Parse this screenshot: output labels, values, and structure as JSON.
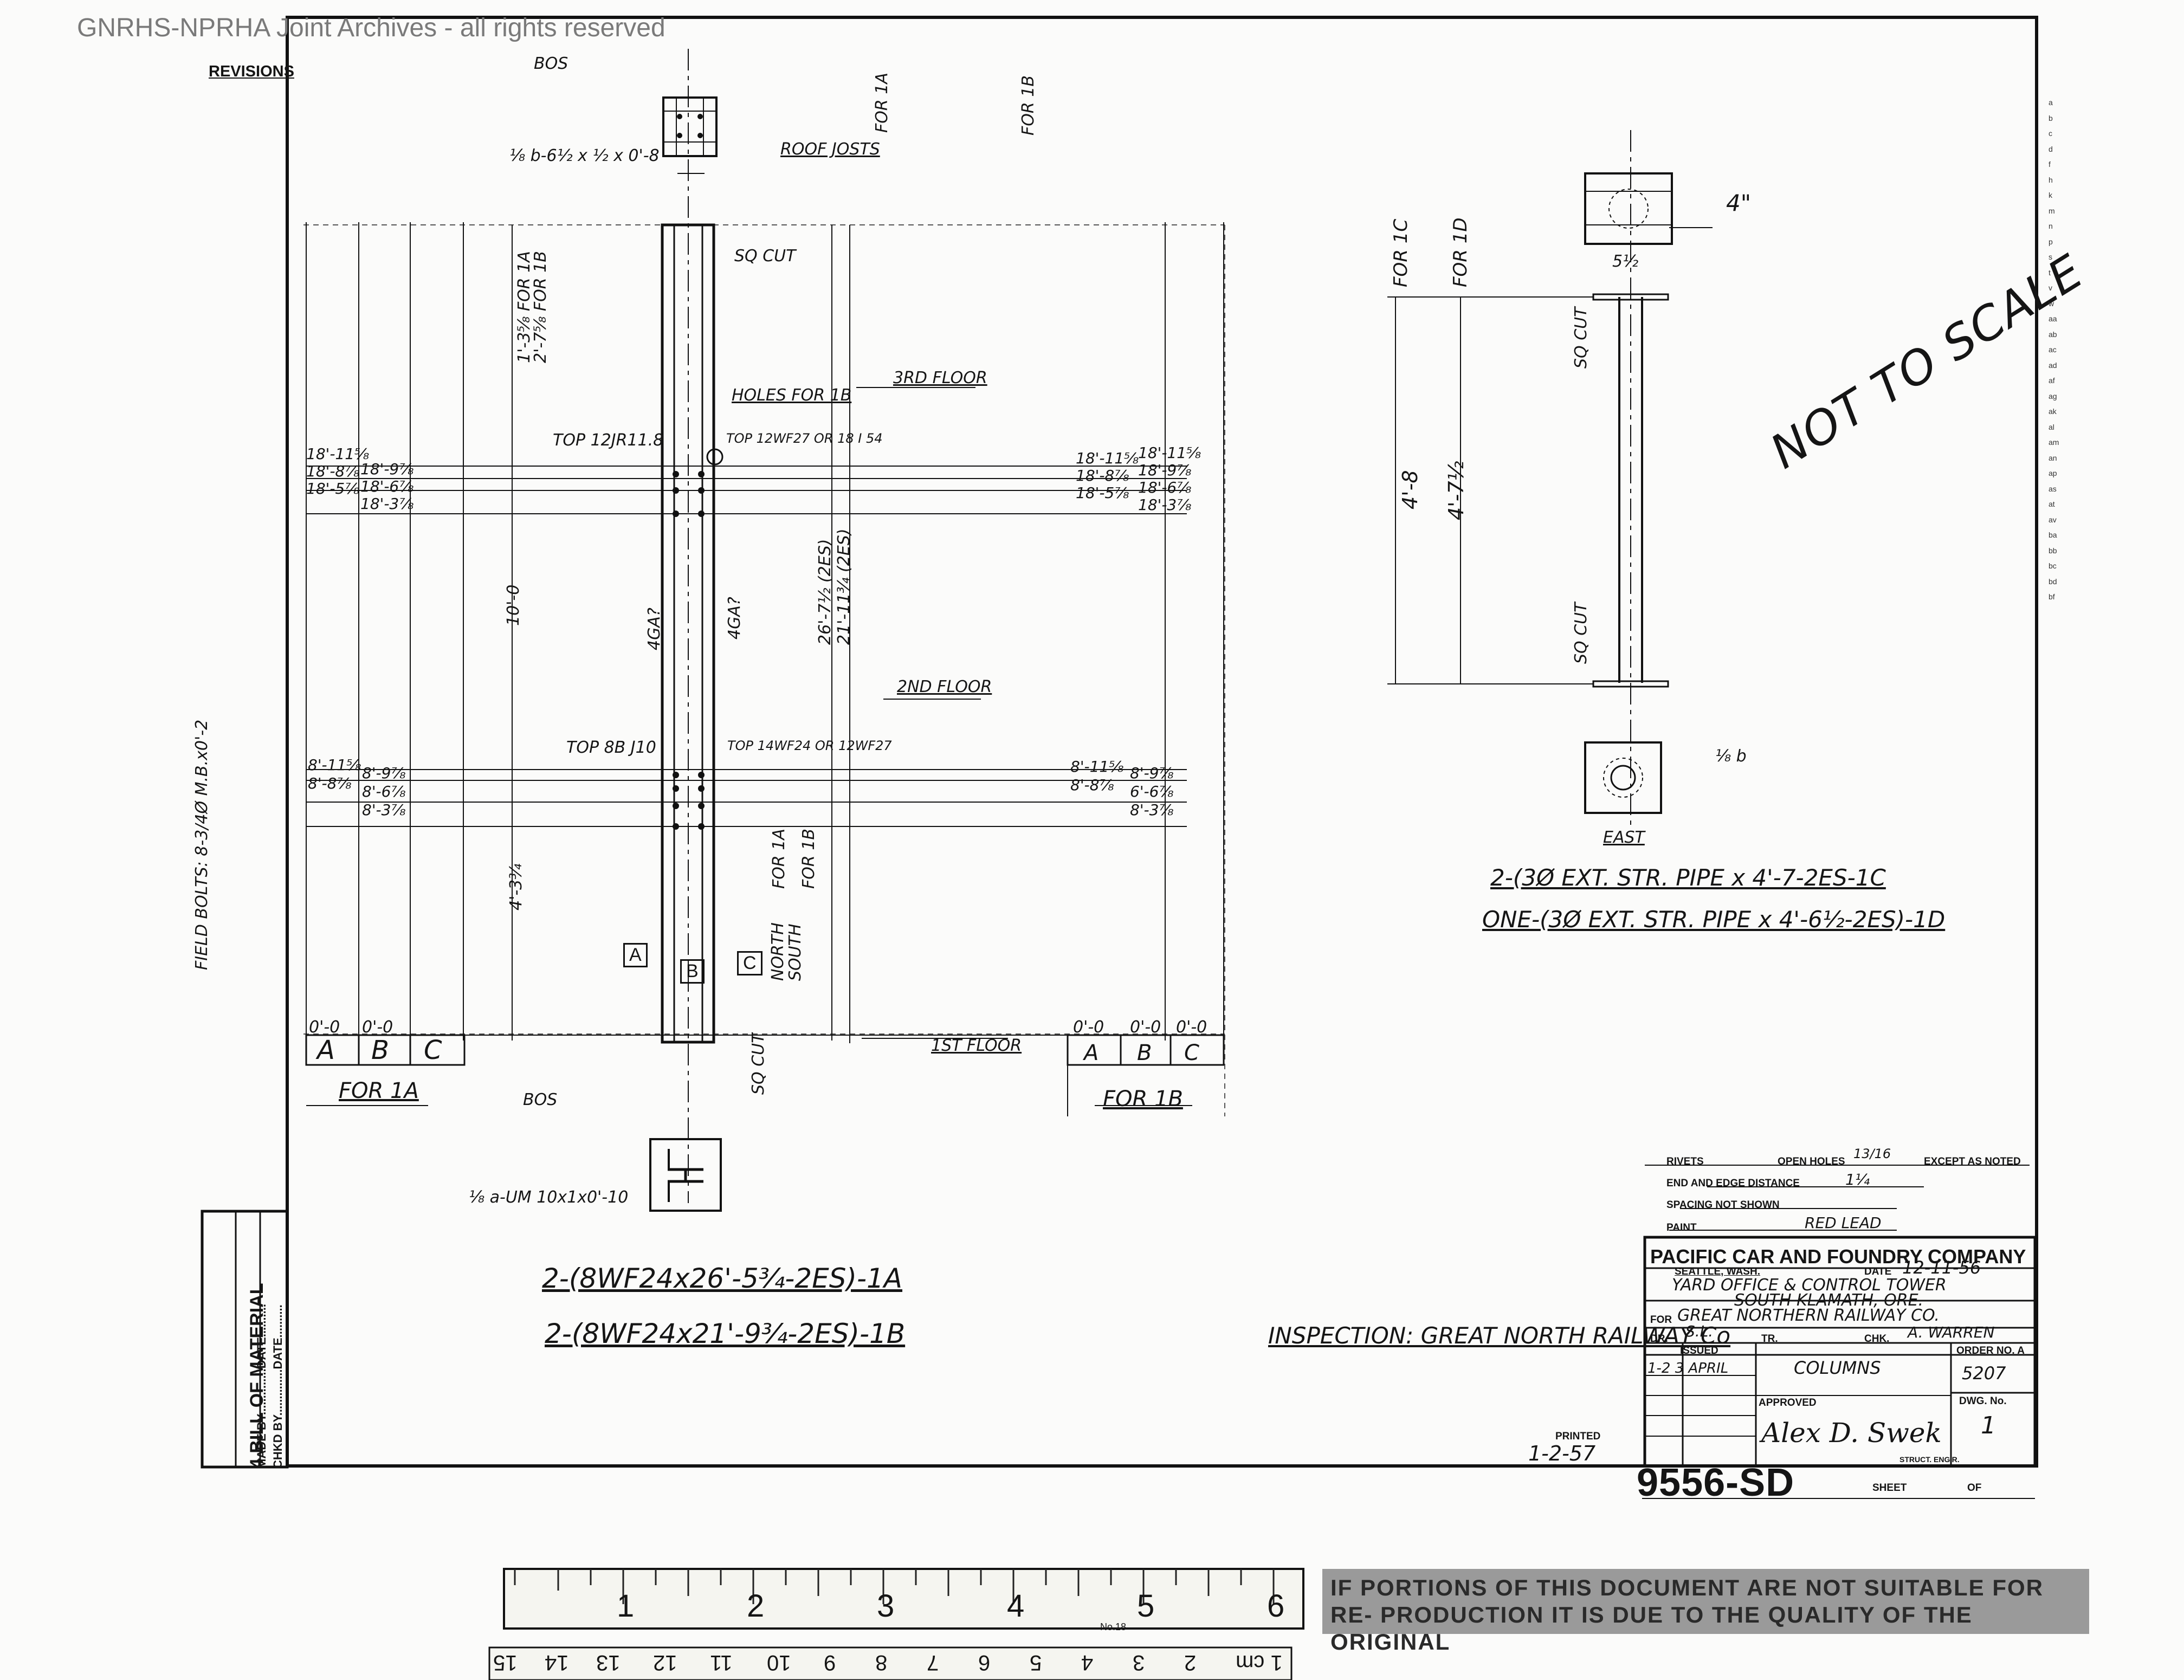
{
  "watermark": "GNRHS-NPRHA Joint Archives - all rights reserved",
  "revisions": "REVISIONS",
  "not_to_scale": "NOT TO SCALE",
  "bill_of_material": {
    "title": "4 BILL OF MATERIAL",
    "made_by": "MADE BY..............DATE..........",
    "chkd_by": "CHKD BY..............DATE.........."
  },
  "field_bolts": "FIELD BOLTS: 8-3/4Ø M.B.x0'-2",
  "column_left": {
    "plate_b": "⅛ b-6½ x ½ x 0'-8",
    "plate_a": "⅛ a-UM 10x1x0'-10",
    "bos_top": "BOS",
    "bos_bottom": "BOS",
    "roof_joists": "ROOF JOSTS",
    "for_1a": "FOR 1A",
    "for_1b": "FOR 1B",
    "sq_cut_top": "SQ CUT",
    "sq_cut_bottom": "SQ CUT",
    "holes_for_1b": "HOLES FOR 1B",
    "floor_3rd": "3RD FLOOR",
    "floor_2nd": "2ND FLOOR",
    "floor_1st": "1ST FLOOR",
    "top_upper_left": "TOP 12JR11.8",
    "top_upper_right": "TOP 12WF27 OR 18 I 54",
    "top_lower_left": "TOP 8B J10",
    "top_lower_right": "TOP 14WF24 OR 12WF27",
    "gage_left": "4GA?",
    "gage_right": "4GA?",
    "len_1a": "26'-7½ (2ES)",
    "len_1b": "21'-11¾ (2ES)",
    "dim_10": "10'-0",
    "dim_4_3": "4'-3¾",
    "dim_top_1a": "1'-3⅝ FOR 1A",
    "dim_top_1b": "2'-7⅝ FOR 1B",
    "north": "NORTH",
    "south": "SOUTH",
    "for_1a_side": "FOR 1A",
    "for_1b_side": "FOR 1B",
    "mark_a": "A",
    "mark_b": "B",
    "mark_c": "C",
    "elev_left_upper": [
      "18'-11⅝",
      "18'-8⅞",
      "18'-5⅞"
    ],
    "elev_mid_upper": [
      "18'-9⅞",
      "18'-6⅞",
      "18'-3⅞"
    ],
    "elev_right_upper": [
      "18'-11⅝",
      "18'-8⅞",
      "18'-5⅞"
    ],
    "elev_far_right_upper": [
      "18'-11⅝",
      "18'-9⅞",
      "18'-6⅞",
      "18'-3⅞"
    ],
    "elev_left_lower": [
      "8'-11⅝",
      "8'-8⅞"
    ],
    "elev_mid_lower": [
      "8'-9⅞",
      "8'-6⅞",
      "8'-3⅞"
    ],
    "elev_right_lower": [
      "8'-11⅝",
      "8'-8⅞"
    ],
    "elev_far_right_lower": [
      "8'-9⅞",
      "6'-6⅞",
      "8'-3⅞"
    ],
    "zero_left": [
      "0'-0",
      "0'-0"
    ],
    "zero_right": [
      "0'-0",
      "0'-0",
      "0'-0"
    ],
    "col_letters": [
      "A",
      "B",
      "C"
    ],
    "for_1a_table": "FOR 1A",
    "for_1b_table": "FOR 1B",
    "mark_line_1": "2-(8WF24x26'-5¾-2ES)-1A",
    "mark_line_2": "2-(8WF24x21'-9¾-2ES)-1B"
  },
  "column_right": {
    "for_1c": "FOR 1C",
    "for_1d": "FOR 1D",
    "sq_cut_top": "SQ CUT",
    "sq_cut_bottom": "SQ CUT",
    "dim_4_8": "4'-8",
    "dim_4_7": "4'-7½",
    "dim_4in": "4\"",
    "dim_5_5": "5½",
    "plate_b": "⅛ b",
    "east": "EAST",
    "mark_line_1": "2-(3Ø EXT. STR. PIPE x 4'-7-2ES-1C",
    "mark_line_2": "ONE-(3Ø EXT. STR. PIPE x 4'-6½-2ES)-1D"
  },
  "inspection": "INSPECTION: GREAT NORTH RAILWAY Co",
  "notes": {
    "rivets_label": "RIVETS",
    "open_holes_label": "OPEN HOLES",
    "open_holes_value": "13/16",
    "except_noted": "EXCEPT AS NOTED",
    "edge_label": "END AND EDGE DISTANCE",
    "edge_value": "1¼",
    "spacing_label": "SPACING NOT SHOWN",
    "paint_label": "PAINT",
    "paint_value": "RED LEAD"
  },
  "title_block": {
    "company": "PACIFIC CAR AND FOUNDRY COMPANY",
    "location": "SEATTLE, WASH.",
    "date_label": "DATE",
    "date_value": "12-11-56",
    "project_line_1": "YARD OFFICE & CONTROL TOWER",
    "project_line_2": "SOUTH KLAMATH, ORE.",
    "for_label": "FOR",
    "client": "GREAT NORTHERN RAILWAY CO.",
    "dr_label": "DR.",
    "dr_value": "S.L.",
    "tr_label": "TR.",
    "chk_label": "CHK.",
    "chk_value": "A. WARREN",
    "issued_label": "ISSUED",
    "issued_row": "1-2  3 APRIL",
    "title": "COLUMNS",
    "order_label": "ORDER NO. A",
    "order_value": "5207",
    "dwg_label": "DWG. No.",
    "dwg_value": "1",
    "approved_label": "APPROVED",
    "signature": "Alex D. Swek",
    "struct_eng": "STRUCT. ENG'R.",
    "printed_label": "PRINTED",
    "printed_value": "1-2-57",
    "drawing_number": "9556-SD",
    "sheet_label": "SHEET",
    "of_label": "OF"
  },
  "ruler": {
    "inch_numbers": [
      "1",
      "2",
      "3",
      "4",
      "5",
      "6"
    ],
    "cm_numbers": [
      "1 cm",
      "2",
      "3",
      "4",
      "5",
      "6",
      "7",
      "8",
      "9",
      "10",
      "11",
      "12",
      "13",
      "14",
      "15"
    ],
    "maker": "No.18"
  },
  "disclaimer": "IF PORTIONS OF THIS DOCUMENT ARE NOT SUITABLE FOR RE- PRODUCTION IT IS DUE TO THE QUALITY OF THE ORIGINAL",
  "right_index": [
    "a",
    "b",
    "c",
    "d",
    "f",
    "h",
    "k",
    "m",
    "n",
    "p",
    "s",
    "t",
    "v",
    "w",
    "aa",
    "ab",
    "ac",
    "ad",
    "af",
    "ag",
    "ak",
    "al",
    "am",
    "an",
    "ap",
    "as",
    "at",
    "av",
    "ba",
    "bb",
    "bc",
    "bd",
    "bf"
  ]
}
